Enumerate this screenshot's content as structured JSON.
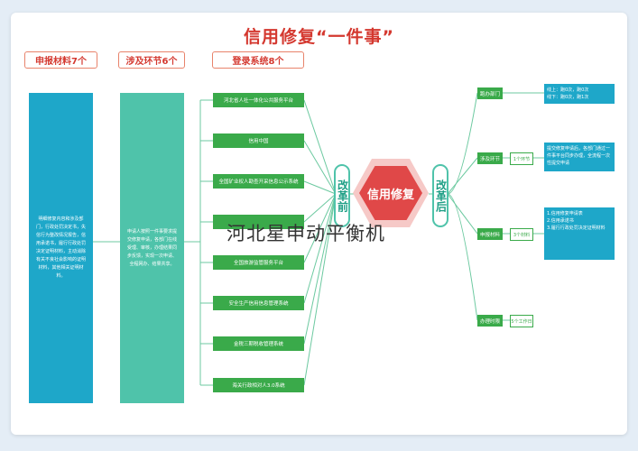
{
  "title": "信用修复“一件事”",
  "headers": {
    "materials": "申报材料7个",
    "links": "涉及环节6个",
    "systems": "登录系统8个"
  },
  "materials_text": "明细修复内容和涉及部门，行政处罚决定书，失信行为整改情况报告，信用承诺书，履行行政处罚决定证明材料，主动消除有关不良社会影响的证明材料，其他相关证明材料。",
  "links_text": "申请人按照一件事要求提交修复申请，各部门在线受理、审核，办理结果同步反馈，实现一次申请、全程网办、结果共享。",
  "systems": [
    "河北省人社一体化公共服务平台",
    "信用中国",
    "全国矿业权人勘查开采信息公示系统",
    "",
    "全国旅游监管服务平台",
    "安全生产信用信息管理系统",
    "金税三期税收管理系统",
    "海关行政相对人3.0系统"
  ],
  "before_label": "改革前",
  "after_label": "改革后",
  "center_label": "信用修复",
  "after_items": [
    {
      "node": "跑办部门",
      "value": "",
      "desc": "线上：跑0次，跑0次\n线下：跑0次，跑1次"
    },
    {
      "node": "涉及环节",
      "value": "1个环节",
      "desc": "提交修复申请后，各部门通过一件事平台同步办理，全流程一次性提交申请"
    },
    {
      "node": "申报材料",
      "value": "3个材料",
      "desc": "1.信用修复申请表\n2.信用承诺书\n3.履行行政处罚决定证明材料"
    },
    {
      "node": "办理时限",
      "value": "5个工作日",
      "desc": ""
    }
  ],
  "watermark": "河北星申动平衡机",
  "colors": {
    "title": "#d4382f",
    "teal": "#1ea7c9",
    "mint": "#4fc3aa",
    "green": "#3aaa4a",
    "red": "#e04848"
  }
}
